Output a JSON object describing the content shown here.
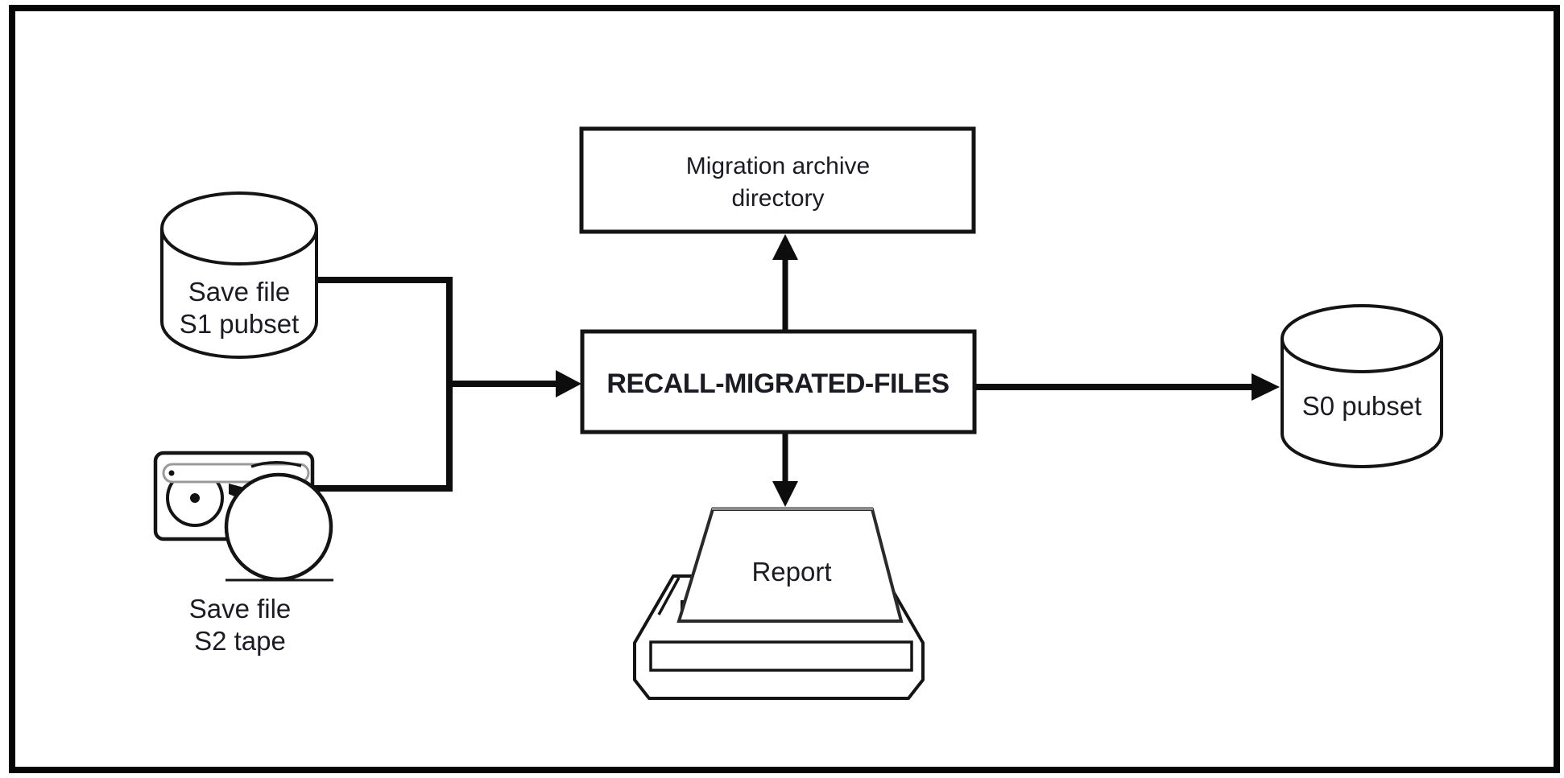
{
  "diagram": {
    "background": "#ffffff",
    "line_color": "#0d0d0d",
    "text_color": "#1b1b24",
    "nodes": {
      "s1_pubset": {
        "icon": "disk-cylinder-icon",
        "line1": "Save file",
        "line2": "S1 pubset"
      },
      "s2_tape": {
        "icon": "tape-drive-icon",
        "line1": "Save file",
        "line2": "S2 tape"
      },
      "migration_archive": {
        "shape": "rectangle",
        "line1": "Migration archive",
        "line2": "directory"
      },
      "recall": {
        "shape": "rectangle",
        "label": "RECALL-MIGRATED-FILES"
      },
      "report": {
        "icon": "printer-icon",
        "label": "Report"
      },
      "s0_pubset": {
        "icon": "disk-cylinder-icon",
        "label": "S0 pubset"
      }
    }
  }
}
